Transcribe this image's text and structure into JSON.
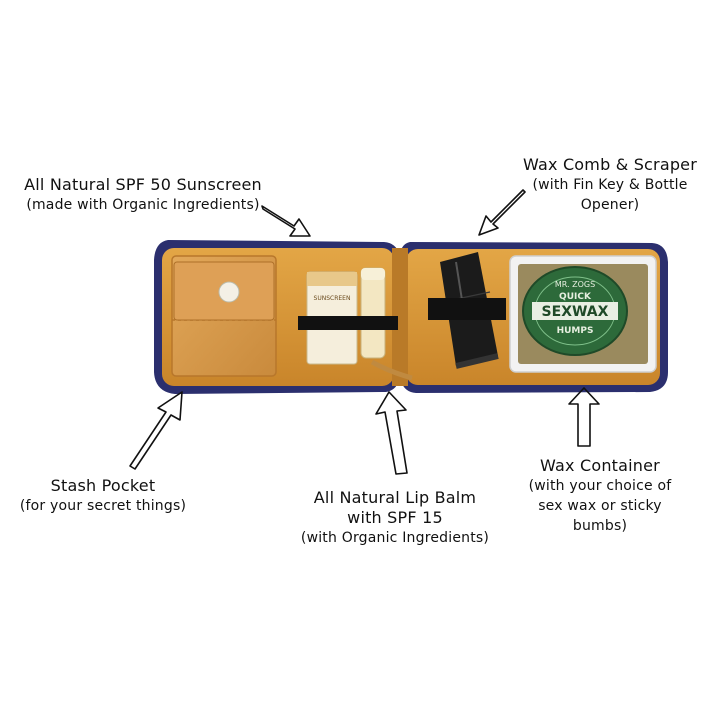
{
  "callouts": {
    "sunscreen": {
      "title": "All Natural SPF 50 Sunscreen",
      "sub": "(made with Organic Ingredients)"
    },
    "wax_comb": {
      "title": "Wax Comb & Scraper",
      "sub1": "(with Fin Key & Bottle",
      "sub2": "Opener)"
    },
    "stash_pocket": {
      "title": "Stash Pocket",
      "sub": "(for your secret things)"
    },
    "lip_balm": {
      "title1": "All Natural Lip Balm",
      "title2": "with SPF 15",
      "sub": "(with Organic Ingredients)"
    },
    "wax_container": {
      "title": "Wax Container",
      "sub1": "(with your choice of",
      "sub2": "sex wax or sticky",
      "sub3": "bumbs)"
    }
  },
  "product_text": {
    "sunscreen_tube": "SUNSCREEN",
    "wax_brand_top": "MR. ZOGS",
    "wax_brand_main": "SEXWAX",
    "wax_brand_line1": "QUICK",
    "wax_brand_line2": "HUMPS"
  },
  "colors": {
    "case_edge": "#2b2f6e",
    "case_lining": "#d99a3a",
    "pocket": "#d89a4a",
    "wax_box": "#9a8a5e",
    "wax_badge": "#2d6a3a",
    "strap": "#111111"
  }
}
